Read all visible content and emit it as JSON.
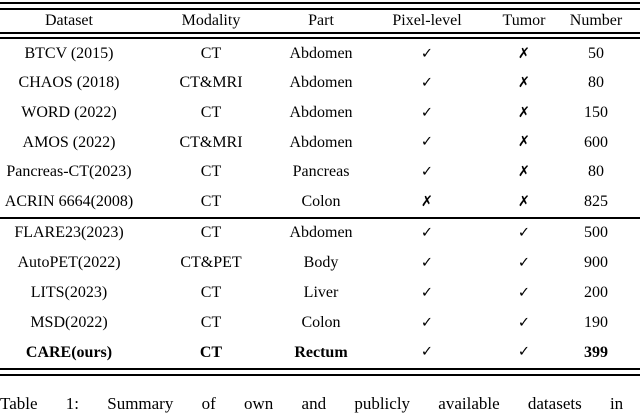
{
  "page": {
    "background": "#ffffff",
    "text_color": "#000000",
    "rule_color": "#000000"
  },
  "glyphs": {
    "check": "✓",
    "cross": "✗"
  },
  "table": {
    "headers": [
      "Dataset",
      "Modality",
      "Part",
      "Pixel-level",
      "Tumor",
      "Number"
    ],
    "rows": [
      {
        "dataset": "BTCV (2015)",
        "modality": "CT",
        "part": "Abdomen",
        "pixel_level": "✓",
        "tumor": "✗",
        "number": "50",
        "bold": false,
        "group": 1
      },
      {
        "dataset": "CHAOS (2018)",
        "modality": "CT&MRI",
        "part": "Abdomen",
        "pixel_level": "✓",
        "tumor": "✗",
        "number": "80",
        "bold": false,
        "group": 1
      },
      {
        "dataset": "WORD (2022)",
        "modality": "CT",
        "part": "Abdomen",
        "pixel_level": "✓",
        "tumor": "✗",
        "number": "150",
        "bold": false,
        "group": 1
      },
      {
        "dataset": "AMOS (2022)",
        "modality": "CT&MRI",
        "part": "Abdomen",
        "pixel_level": "✓",
        "tumor": "✗",
        "number": "600",
        "bold": false,
        "group": 1
      },
      {
        "dataset": "Pancreas-CT(2023)",
        "modality": "CT",
        "part": "Pancreas",
        "pixel_level": "✓",
        "tumor": "✗",
        "number": "80",
        "bold": false,
        "group": 1
      },
      {
        "dataset": "ACRIN 6664(2008)",
        "modality": "CT",
        "part": "Colon",
        "pixel_level": "✗",
        "tumor": "✗",
        "number": "825",
        "bold": false,
        "group": 1
      },
      {
        "dataset": "FLARE23(2023)",
        "modality": "CT",
        "part": "Abdomen",
        "pixel_level": "✓",
        "tumor": "✓",
        "number": "500",
        "bold": false,
        "group": 2
      },
      {
        "dataset": "AutoPET(2022)",
        "modality": "CT&PET",
        "part": "Body",
        "pixel_level": "✓",
        "tumor": "✓",
        "number": "900",
        "bold": false,
        "group": 2
      },
      {
        "dataset": "LITS(2023)",
        "modality": "CT",
        "part": "Liver",
        "pixel_level": "✓",
        "tumor": "✓",
        "number": "200",
        "bold": false,
        "group": 2
      },
      {
        "dataset": "MSD(2022)",
        "modality": "CT",
        "part": "Colon",
        "pixel_level": "✓",
        "tumor": "✓",
        "number": "190",
        "bold": false,
        "group": 2
      },
      {
        "dataset": "CARE(ours)",
        "modality": "CT",
        "part": "Rectum",
        "pixel_level": "✓",
        "tumor": "✓",
        "number": "399",
        "bold": true,
        "group": 2
      }
    ]
  },
  "caption": {
    "text": "Table 1: Summary of own and publicly available datasets in"
  }
}
